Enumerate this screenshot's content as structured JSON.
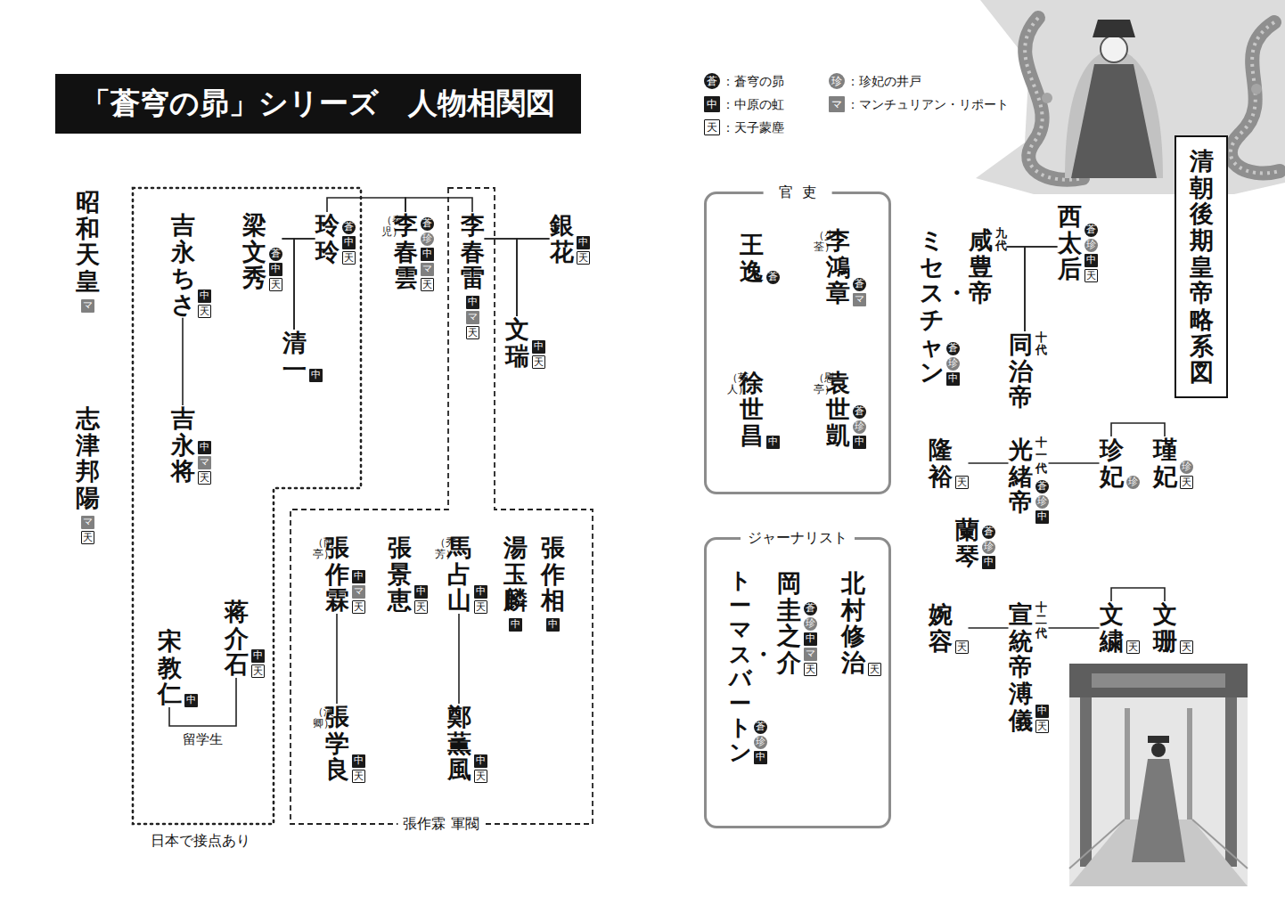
{
  "diagram": {
    "title": "「蒼穹の昴」シリーズ　人物相関図",
    "nodes": [
      {
        "text": [
          "昭和天皇",
          "マ"
        ]
      },
      {
        "text": [
          "志津邦陽",
          "マ",
          "天"
        ]
      },
      {
        "text": [
          "日本で接点あり"
        ]
      },
      {
        "text": [
          "吉永ちさ",
          "中",
          "天"
        ],
        "in": 2
      },
      {
        "text": [
          "吉永将",
          "中",
          "マ",
          "天"
        ],
        "in": 2
      },
      {
        "text": [
          "梁文秀",
          "蒼",
          "中",
          "天"
        ],
        "in": 2
      },
      {
        "text": [
          "清一",
          "中"
        ],
        "in": 2
      },
      {
        "text": [
          "玲玲",
          "蒼",
          "中",
          "天"
        ],
        "in": 2
      },
      {
        "text": [
          "蒋介石",
          "中",
          "天"
        ],
        "in": 2
      },
      {
        "text": [
          "宋教仁",
          "中"
        ],
        "in": 2
      },
      {
        "text": [
          "李春雲",
          "（春児）",
          "蒼",
          "珍",
          "中",
          "マ",
          "天"
        ]
      },
      {
        "text": [
          "張作霖 軍閥"
        ]
      },
      {
        "text": [
          "李春雷",
          "中",
          "マ",
          "天"
        ],
        "in": 11
      },
      {
        "text": [
          "張作相",
          "中"
        ],
        "in": 11
      },
      {
        "text": [
          "湯玉麟",
          "中"
        ],
        "in": 11
      },
      {
        "text": [
          "馬占山",
          "（秀芳）",
          "中",
          "天"
        ],
        "in": 11
      },
      {
        "text": [
          "鄭薫風",
          "中",
          "天"
        ],
        "in": 11
      },
      {
        "text": [
          "張景恵",
          "中",
          "天"
        ],
        "in": 11
      },
      {
        "text": [
          "張作霖",
          "（雨亭）",
          "中",
          "マ",
          "天"
        ],
        "in": 11
      },
      {
        "text": [
          "張学良",
          "（漢卿）",
          "中",
          "天"
        ],
        "in": 11
      },
      {
        "text": [
          "銀花",
          "中",
          "天"
        ]
      },
      {
        "text": [
          "文瑞",
          "中",
          "天"
        ]
      },
      {
        "text": [
          "清朝後期皇帝略系図"
        ]
      },
      {
        "text": [
          "西太后",
          "蒼",
          "珍",
          "中",
          "天"
        ]
      },
      {
        "text": [
          "咸豊帝",
          "九代"
        ]
      },
      {
        "text": [
          "同治帝",
          "十代"
        ]
      },
      {
        "text": [
          "ミセス・チャン",
          "蒼",
          "珍",
          "中"
        ]
      },
      {
        "text": [
          "瑾妃",
          "珍",
          "天"
        ]
      },
      {
        "text": [
          "珍妃",
          "珍"
        ]
      },
      {
        "text": [
          "光緒帝",
          "十一代",
          "蒼",
          "珍",
          "中"
        ]
      },
      {
        "text": [
          "隆裕",
          "天"
        ]
      },
      {
        "text": [
          "蘭琴",
          "蒼",
          "珍",
          "中"
        ]
      },
      {
        "text": [
          "文珊",
          "天"
        ]
      },
      {
        "text": [
          "文繍",
          "天"
        ]
      },
      {
        "text": [
          "宣統帝溥儀",
          "十二代",
          "中",
          "天"
        ]
      },
      {
        "text": [
          "婉容",
          "天"
        ]
      },
      {
        "text": [
          "官吏"
        ]
      },
      {
        "text": [
          "李鴻章",
          "（少荃）",
          "蒼",
          "マ"
        ],
        "in": 36
      },
      {
        "text": [
          "王逸",
          "蒼"
        ],
        "in": 36
      },
      {
        "text": [
          "袁世凱",
          "（慰亭）",
          "蒼",
          "珍",
          "中"
        ],
        "in": 36
      },
      {
        "text": [
          "徐世昌",
          "（菊人）",
          "中"
        ],
        "in": 36
      },
      {
        "text": [
          "ジャーナリスト"
        ]
      },
      {
        "text": [
          "北村修治",
          "天"
        ],
        "in": 41
      },
      {
        "text": [
          "岡 圭之介",
          "蒼",
          "珍",
          "中",
          "マ",
          "天"
        ],
        "in": 41
      },
      {
        "text": [
          "トーマス・バートン",
          "蒼",
          "珍",
          "中"
        ],
        "in": 41
      }
    ],
    "edges": [
      {
        "from": 3,
        "to": 4,
        "arrow": "none"
      },
      {
        "from": 5,
        "to": 7,
        "arrow": "none"
      },
      {
        "from": 5,
        "to": 6,
        "arrow": "none"
      },
      {
        "from": 7,
        "to": 6,
        "arrow": "none"
      },
      {
        "from": 7,
        "to": 10,
        "arrow": "none"
      },
      {
        "from": 10,
        "to": 12,
        "arrow": "none"
      },
      {
        "from": 20,
        "to": 12,
        "arrow": "none"
      },
      {
        "from": 12,
        "to": 21,
        "arrow": "none"
      },
      {
        "from": 20,
        "to": 21,
        "arrow": "none"
      },
      {
        "from": 15,
        "to": 16,
        "arrow": "none"
      },
      {
        "from": 18,
        "to": 19,
        "arrow": "none"
      },
      {
        "from": 8,
        "to": 9,
        "label": "留学生",
        "arrow": "none"
      },
      {
        "from": 23,
        "to": 24,
        "arrow": "none"
      },
      {
        "from": 23,
        "to": 25,
        "arrow": "none"
      },
      {
        "from": 24,
        "to": 25,
        "arrow": "none"
      },
      {
        "from": 27,
        "to": 28,
        "arrow": "none"
      },
      {
        "from": 29,
        "to": 28,
        "arrow": "none"
      },
      {
        "from": 30,
        "to": 29,
        "arrow": "none"
      },
      {
        "from": 32,
        "to": 33,
        "arrow": "none"
      },
      {
        "from": 34,
        "to": 33,
        "arrow": "none"
      },
      {
        "from": 35,
        "to": 34,
        "arrow": "none"
      }
    ],
    "labels": [
      "蒼",
      "中",
      "天",
      "珍",
      "マ"
    ],
    "legend": [
      {
        "text": "：蒼穹の昴",
        "color": "#1a1a1a"
      },
      {
        "text": "：中原の虹",
        "color": "#1a1a1a"
      },
      {
        "text": "：天子蒙塵",
        "color": "#ffffff"
      },
      {
        "text": "：珍妃の井戸",
        "color": "#808080"
      },
      {
        "text": "：マンチュリアン・リポート",
        "color": "#808080"
      }
    ]
  }
}
